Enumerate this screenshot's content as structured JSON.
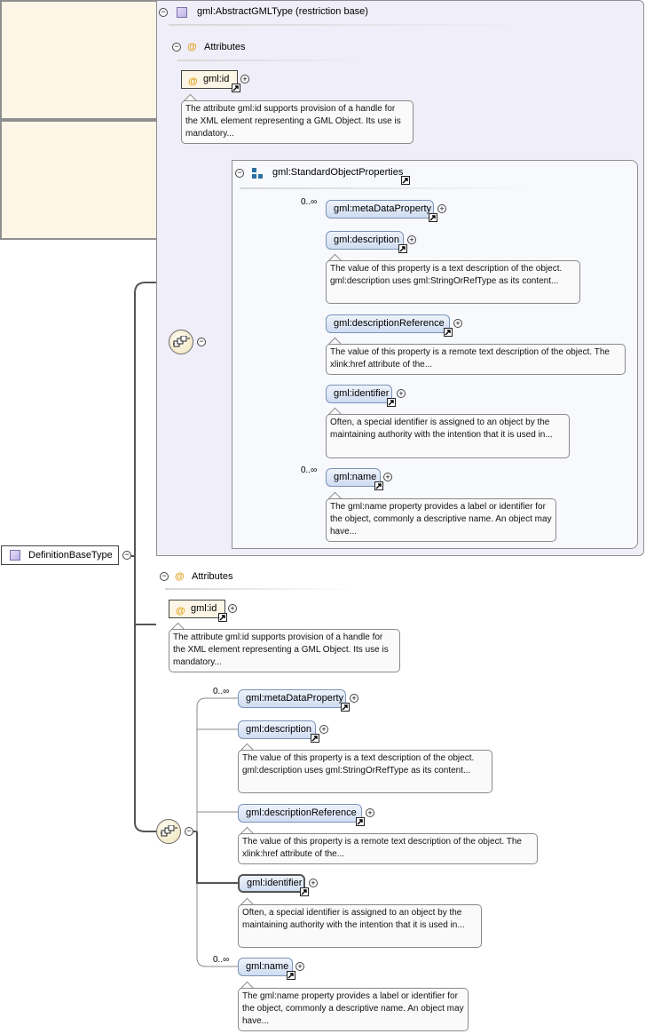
{
  "root": {
    "label": "DefinitionBaseType"
  },
  "base": {
    "title": "gml:AbstractGMLType (restriction base)",
    "attributes": {
      "title": "Attributes",
      "id_label": "gml:id",
      "id_doc": "The attribute gml:id supports provision of a handle for the XML element representing a GML Object. Its use is mandatory..."
    },
    "group": {
      "title": "gml:StandardObjectProperties",
      "elements": [
        {
          "label": "gml:metaDataProperty",
          "occurrence": "0..∞",
          "doc": ""
        },
        {
          "label": "gml:description",
          "occurrence": "",
          "doc": "The value of this property is a text description of the object. gml:description uses gml:StringOrRefType as its content..."
        },
        {
          "label": "gml:descriptionReference",
          "occurrence": "",
          "doc": "The value of this property is a remote text description of the object. The xlink:href attribute of the..."
        },
        {
          "label": "gml:identifier",
          "occurrence": "",
          "doc": "Often, a special identifier is assigned to an object by the maintaining authority with the intention that it is used in..."
        },
        {
          "label": "gml:name",
          "occurrence": "0..∞",
          "doc": "The gml:name property provides a label or identifier for the object, commonly a descriptive name. An object may have..."
        }
      ]
    }
  },
  "attributes": {
    "title": "Attributes",
    "id_label": "gml:id",
    "id_doc": "The attribute gml:id supports provision of a handle for the XML element representing a GML Object. Its use is mandatory..."
  },
  "sequence": {
    "elements": [
      {
        "label": "gml:metaDataProperty",
        "occurrence": "0..∞",
        "doc": ""
      },
      {
        "label": "gml:description",
        "occurrence": "",
        "doc": "The value of this property is a text description of the object. gml:description uses gml:StringOrRefType as its content..."
      },
      {
        "label": "gml:descriptionReference",
        "occurrence": "",
        "doc": "The value of this property is a remote text description of the object. The xlink:href attribute of the..."
      },
      {
        "label": "gml:identifier",
        "occurrence": "",
        "doc": "Often, a special identifier is assigned to an object by the maintaining authority with the intention that it is used in..."
      },
      {
        "label": "gml:name",
        "occurrence": "0..∞",
        "doc": "The gml:name property provides a label or identifier for the object, commonly a descriptive name. An object may have..."
      }
    ]
  },
  "symbols": {
    "collapse": "−",
    "expand": "+",
    "attribute_marker": "@"
  }
}
